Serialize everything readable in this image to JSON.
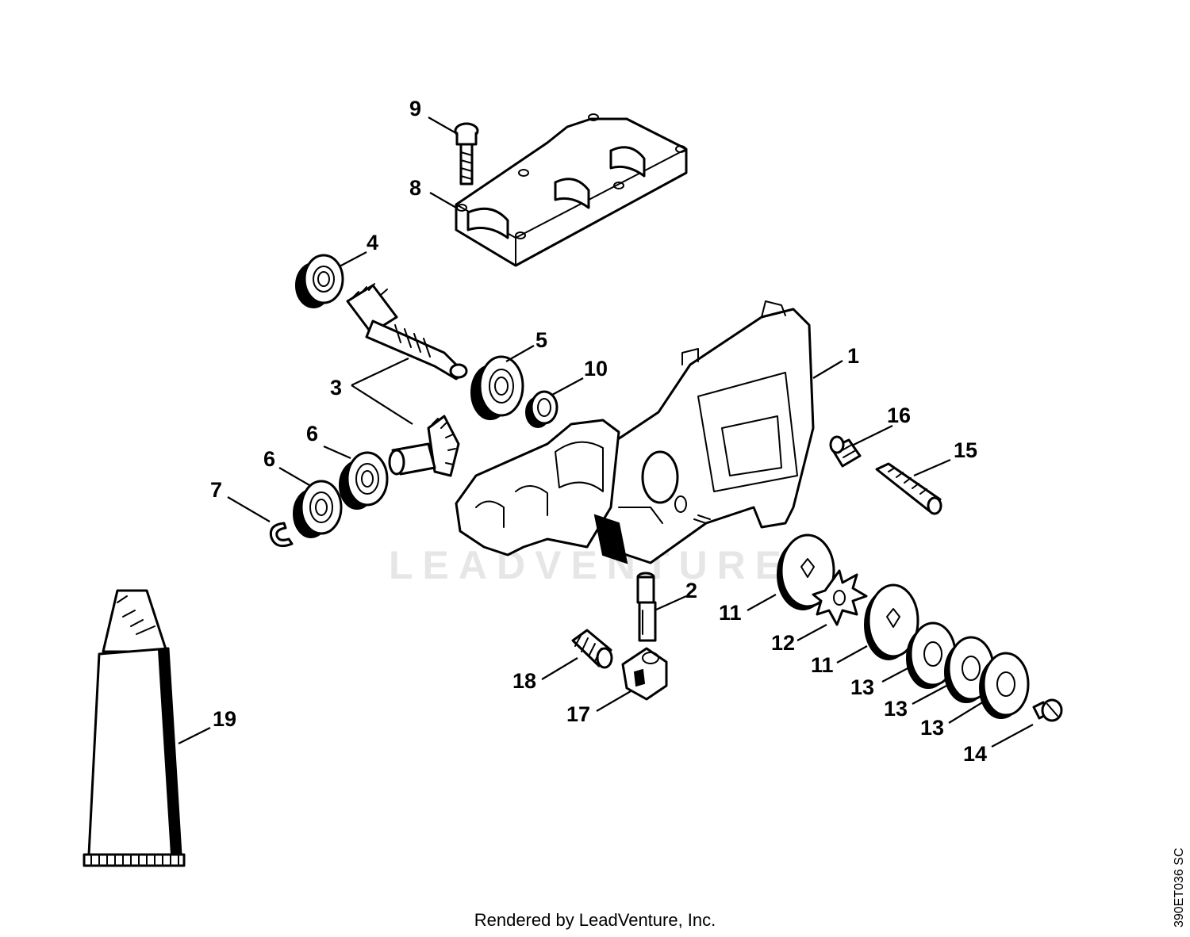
{
  "watermark": "LEADVENTURE",
  "footer": "Rendered by LeadVenture, Inc.",
  "drawing_code": "390ET036 SC",
  "callouts": [
    {
      "id": "c1",
      "label": "1"
    },
    {
      "id": "c2",
      "label": "2"
    },
    {
      "id": "c3",
      "label": "3"
    },
    {
      "id": "c4",
      "label": "4"
    },
    {
      "id": "c5",
      "label": "5"
    },
    {
      "id": "c6a",
      "label": "6"
    },
    {
      "id": "c6b",
      "label": "6"
    },
    {
      "id": "c7",
      "label": "7"
    },
    {
      "id": "c8",
      "label": "8"
    },
    {
      "id": "c9",
      "label": "9"
    },
    {
      "id": "c10",
      "label": "10"
    },
    {
      "id": "c11a",
      "label": "11"
    },
    {
      "id": "c11b",
      "label": "11"
    },
    {
      "id": "c12",
      "label": "12"
    },
    {
      "id": "c13a",
      "label": "13"
    },
    {
      "id": "c13b",
      "label": "13"
    },
    {
      "id": "c13c",
      "label": "13"
    },
    {
      "id": "c14",
      "label": "14"
    },
    {
      "id": "c15",
      "label": "15"
    },
    {
      "id": "c16",
      "label": "16"
    },
    {
      "id": "c17",
      "label": "17"
    },
    {
      "id": "c18",
      "label": "18"
    },
    {
      "id": "c19",
      "label": "19"
    }
  ]
}
